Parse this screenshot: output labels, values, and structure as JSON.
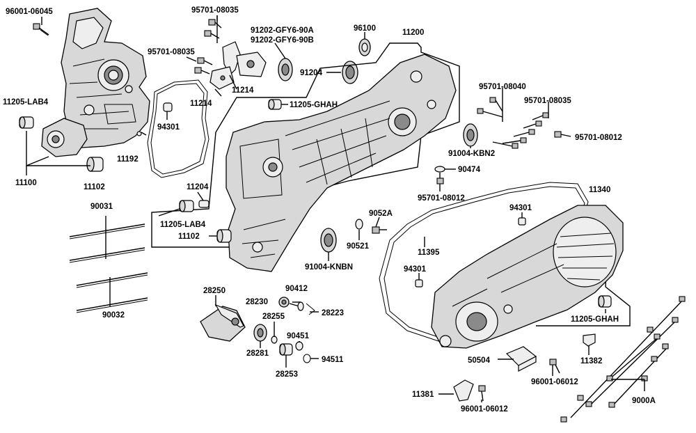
{
  "labels": {
    "l_96001_06045": "96001-06045",
    "l_95701_08035_a": "95701-08035",
    "l_95701_08035_b": "95701-08035",
    "l_91202_a": "91202-GFY6-90A",
    "l_91202_b": "91202-GFY6-90B",
    "l_96100": "96100",
    "l_11200": "11200",
    "l_11205_lab4_a": "11205-LAB4",
    "l_11214_a": "11214",
    "l_91204": "91204",
    "l_11214_b": "11214",
    "l_11205_ghah_a": "11205-GHAH",
    "l_95701_08040": "95701-08040",
    "l_95701_08035_c": "95701-08035",
    "l_94301_a": "94301",
    "l_95701_08012_a": "95701-08012",
    "l_11192": "11192",
    "l_91004_kbn2": "91004-KBN2",
    "l_11100": "11100",
    "l_11102_a": "11102",
    "l_90474": "90474",
    "l_11204": "11204",
    "l_95701_08012_b": "95701-08012",
    "l_90031": "90031",
    "l_11340": "11340",
    "l_9052a": "9052A",
    "l_94301_b": "94301",
    "l_11205_lab4_b": "11205-LAB4",
    "l_11102_b": "11102",
    "l_90521": "90521",
    "l_11395": "11395",
    "l_91004_knbn": "91004-KNBN",
    "l_94301_c": "94301",
    "l_28250": "28250",
    "l_90412": "90412",
    "l_28230": "28230",
    "l_28223": "28223",
    "l_90032": "90032",
    "l_28255": "28255",
    "l_11205_ghah_b": "11205-GHAH",
    "l_90451": "90451",
    "l_28281": "28281",
    "l_94511": "94511",
    "l_50504": "50504",
    "l_11382": "11382",
    "l_28253": "28253",
    "l_96001_06012_a": "96001-06012",
    "l_11381": "11381",
    "l_96001_06012_b": "96001-06012",
    "l_9000a": "9000A"
  }
}
